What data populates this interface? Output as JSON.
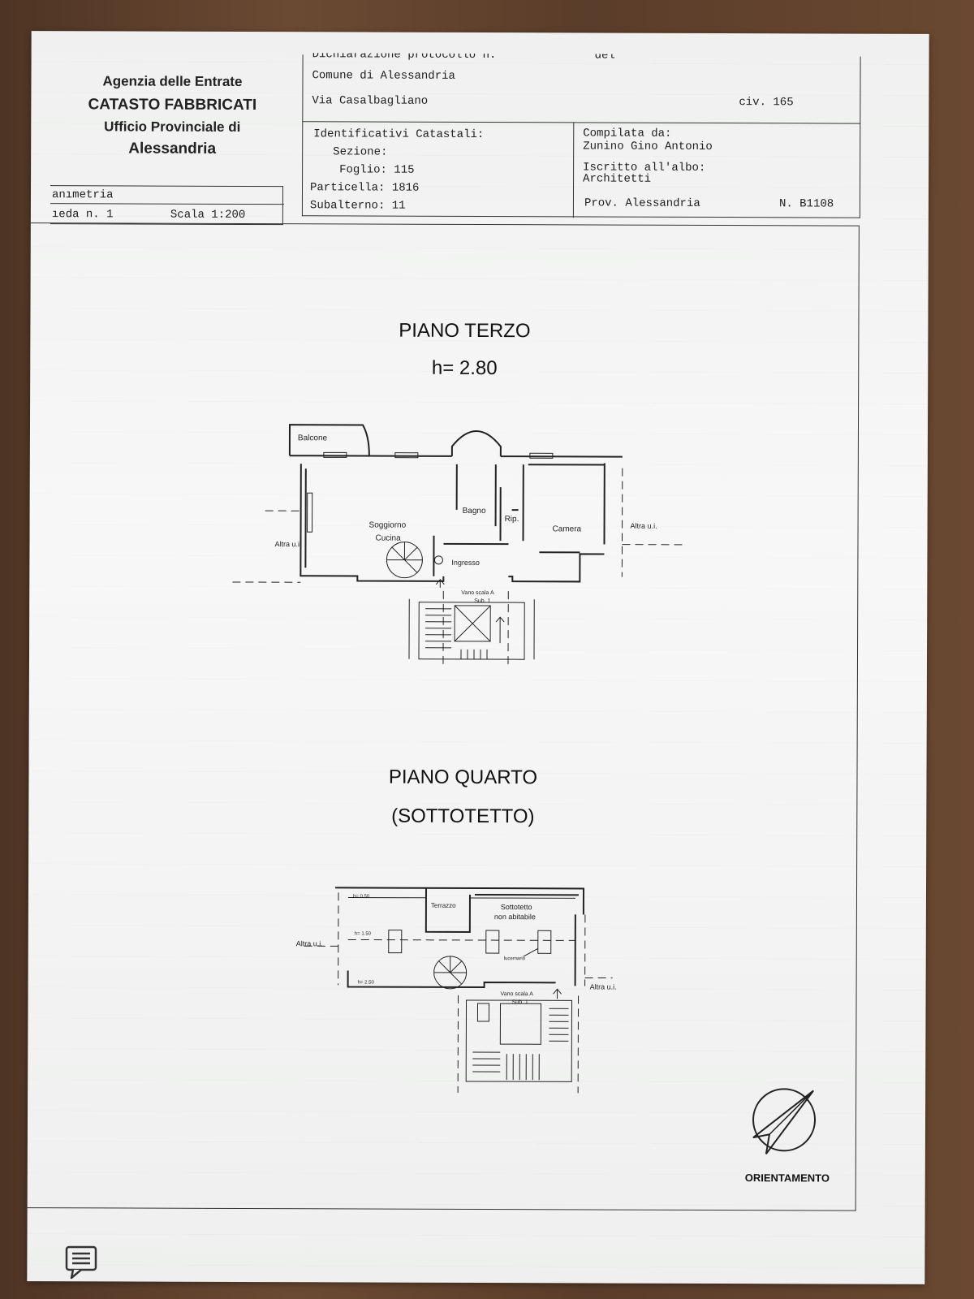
{
  "header": {
    "agency_line1": "Agenzia delle Entrate",
    "agency_line2": "CATASTO FABBRICATI",
    "agency_line3": "Ufficio Provinciale di",
    "agency_line4": "Alessandria",
    "declaration": "Dichiarazione protocollo n.",
    "declaration_del": "del",
    "comune": "Comune di Alessandria",
    "address": "Via Casalbagliano",
    "civic": "civ. 165",
    "planimetria": "anımetria",
    "scheda": "ıeda n. 1",
    "scala": "Scala 1:200"
  },
  "catasto": {
    "heading": "Identificativi Catastali:",
    "sezione": "Sezione:",
    "foglio": "Foglio: 115",
    "particella": "Particella: 1816",
    "subalterno": "Subalterno: 11"
  },
  "compilata": {
    "heading": "Compilata da:",
    "name": "Zunino Gino Antonio",
    "albo_label": "Iscritto all'albo:",
    "albo": "Architetti",
    "prov": "Prov. Alessandria",
    "number": "N. B1108"
  },
  "piano_terzo": {
    "title": "PIANO TERZO",
    "height": "h= 2.80",
    "rooms": {
      "balcone": "Balcone",
      "bagno": "Bagno",
      "rip": "Rip.",
      "soggiorno": "Soggiorno",
      "cucina": "Cucina",
      "camera": "Camera",
      "ingresso": "Ingresso",
      "vano_scala": "Vano scala A",
      "sub": "Sub. 1",
      "altra_left": "Altra u.i.",
      "altra_right": "Altra u.i."
    }
  },
  "piano_quarto": {
    "title": "PIANO QUARTO",
    "subtitle": "(SOTTOTETTO)",
    "rooms": {
      "h1": "h= 0.50",
      "h2": "h= 1.50",
      "h3": "h= 2.50",
      "terrazzo": "Terrazzo",
      "sottotetto1": "Sottotetto",
      "sottotetto2": "non abitabile",
      "lucernario": "lucernario",
      "vano_scala": "Vano scala A",
      "sub": "Sub. 1",
      "altra_left": "Altra u.i.",
      "altra_right": "Altra u.i."
    }
  },
  "orientamento": "ORIENTAMENTO"
}
